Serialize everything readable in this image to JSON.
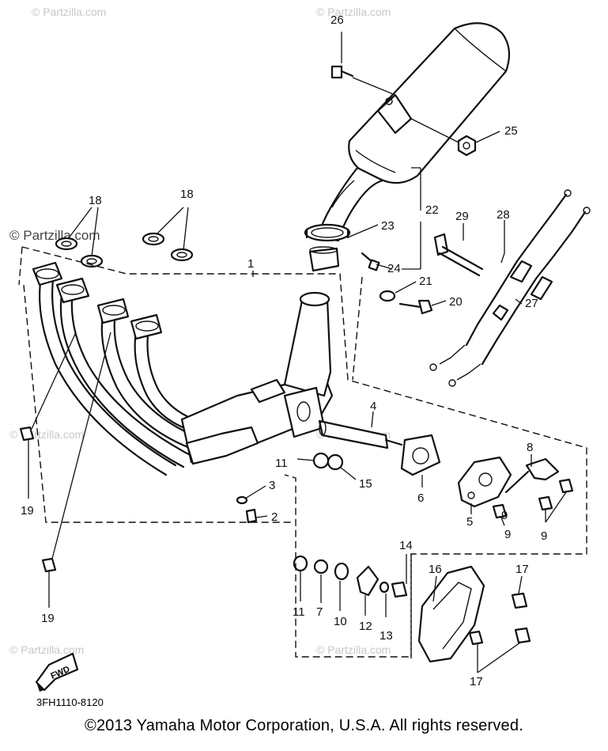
{
  "watermark": "© Partzilla.com",
  "diagram_code": "3FH1110-8120",
  "fwd_label": "FWD",
  "footer": "©2013 Yamaha Motor Corporation, U.S.A. All rights reserved.",
  "callouts": {
    "c1": "1",
    "c2": "2",
    "c3": "3",
    "c4": "4",
    "c5": "5",
    "c6": "6",
    "c7": "7",
    "c8": "8",
    "c9a": "9",
    "c9b": "9",
    "c9c": "9",
    "c10": "10",
    "c11a": "11",
    "c11b": "11",
    "c12": "12",
    "c13": "13",
    "c14": "14",
    "c15": "15",
    "c16": "16",
    "c17a": "17",
    "c17b": "17",
    "c18a": "18",
    "c18b": "18",
    "c19a": "19",
    "c19b": "19",
    "c20": "20",
    "c21": "21",
    "c22": "22",
    "c23": "23",
    "c24": "24",
    "c25": "25",
    "c26": "26",
    "c27": "27",
    "c28": "28",
    "c29": "29"
  }
}
